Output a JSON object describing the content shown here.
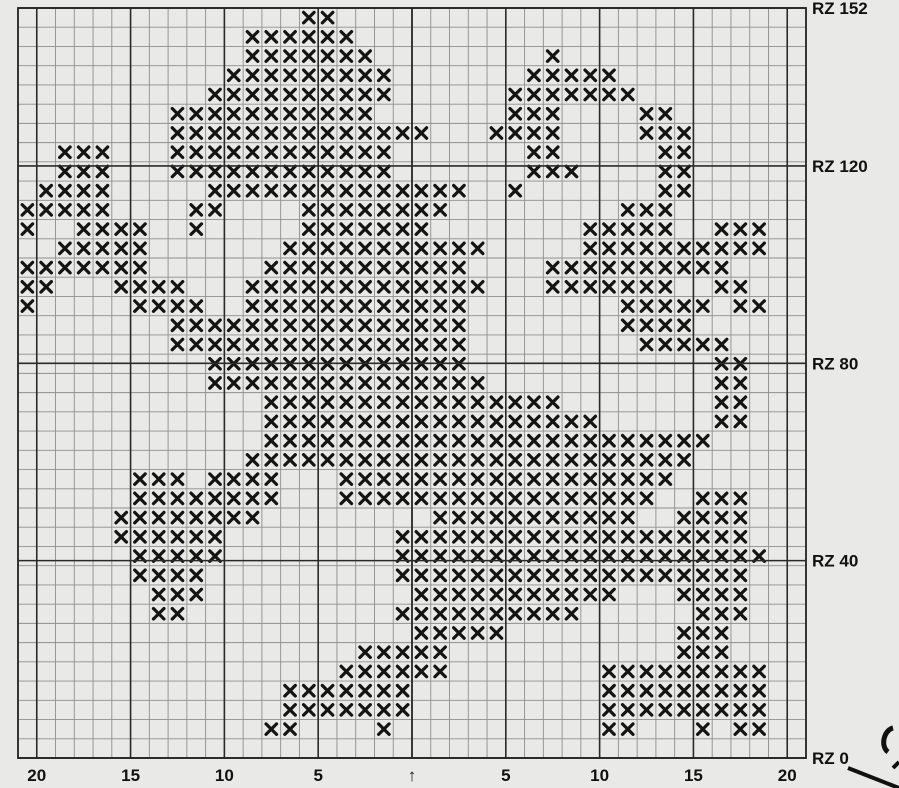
{
  "row_labels": [
    {
      "text": "RZ 152",
      "row": 152
    },
    {
      "text": "RZ 120",
      "row": 120
    },
    {
      "text": "RZ 80",
      "row": 80
    },
    {
      "text": "RZ 40",
      "row": 40
    },
    {
      "text": "RZ 0",
      "row": 0
    }
  ],
  "column_labels": [
    "20",
    "15",
    "10",
    "5",
    "↑",
    "5",
    "10",
    "15",
    "20"
  ],
  "grid": {
    "columns": 42,
    "rows": 39,
    "major_every": 5
  },
  "cross_rows": [
    "...............XX.........................",
    "............XXXXXX........................",
    "............XXXXXXX.........X.............",
    "...........XXXXXXXXX.......XXXXX..........",
    "..........XXXXXXXXXX......XXXXXXX.........",
    "........XXXXXXXXXXX.......XXX....XX.......",
    "........XXXXXXXXXXXXXX...XXXX....XXX......",
    "..XXX...XXXXXXXXXXXX.......XX.....XX......",
    "..XXX...XXXXXXXXXXXX.......XXX....XX......",
    ".XXXX.....XXXXXXXXXXXXXX..X.......XX......",
    "XXXXX....XX....XXXXXXXX.........XXX.......",
    "X..XXXX..X.....XXXXXXX........XXXXX..XXX..",
    "..XXXXX.......XXXXXXXXXXX.....XXXXXXXXXX..",
    "XXXXXXX......XXXXXXXXXXX....XXXXXXXXXX....",
    "XX...XXXX...XXXXXXXXXXXXX...XXXXXXX..XX...",
    "X.....XXXX..XXXXXXXXXXXX........XXXXX.XX..",
    "........XXXXXXXXXXXXXXXX........XXXX......",
    "........XXXXXXXXXXXXXXXX.........XXXXX....",
    "..........XXXXXXXXXXXXXX.............XX...",
    "..........XXXXXXXXXXXXXXX............XX...",
    ".............XXXXXXXXXXXXXXXX........XX...",
    ".............XXXXXXXXXXXXXXXXXX......XX...",
    ".............XXXXXXXXXXXXXXXXXXXXXXXX.....",
    "............XXXXXXXXXXXXXXXXXXXXXXXX......",
    "......XXX.XXXX...XXXXXXXXXXXXXXXXXX.......",
    "......XXXXXXXX...XXXXXXXXXXXXXXXXX..XXX...",
    ".....XXXXXXXX.........XXXXXXXXXXX..XXXX...",
    ".....XXXXXX.........XXXXXXXXXXXXXXXXXXX...",
    "......XXXXX.........XXXXXXXXXXXXXXXXXXXX..",
    "......XXXX..........XXXXXXXXXXXXXXXXXXX...",
    ".......XXX...........XXXXXXXXXXX...XXXX...",
    ".......XX...........XXXXXXXXXX......XXX...",
    ".....................XXXXX.........XXX....",
    "..................XXXXX............XXX....",
    ".................XXXXXX........XXXXXXXXX..",
    "..............XXXXXXX..........XXXXXXXXX..",
    "..............XXXXXXX..........XXXXXXXXX..",
    ".............XX....X...........XX...X.XX.."
  ]
}
